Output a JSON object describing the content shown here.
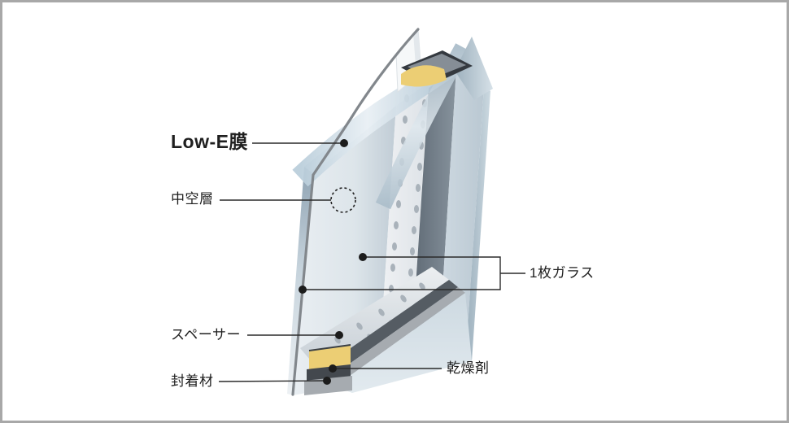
{
  "frame": {
    "border_color": "#a8a8a8",
    "background": "#ffffff"
  },
  "diagram": {
    "subject": "Low-E complex (insulated) glazing unit cross-section",
    "labels": {
      "low_e_film": "Low-E膜",
      "air_layer": "中空層",
      "single_glass": "1枚ガラス",
      "spacer": "スペーサー",
      "desiccant": "乾燥剤",
      "sealant": "封着材"
    },
    "colors": {
      "glass_face": "#dfe7ed",
      "glass_edge": "#8ea2b2",
      "spacer_white": "#f0f2f4",
      "spacer_hole": "#a9b2ba",
      "desiccant_yellow": "#ecce74",
      "sealant_dark": "#43484e",
      "sealant_gray": "#a6abb0",
      "lowe_line": "#82878c",
      "leader_line": "#2a2a2a",
      "text": "#1f1f1f"
    }
  }
}
